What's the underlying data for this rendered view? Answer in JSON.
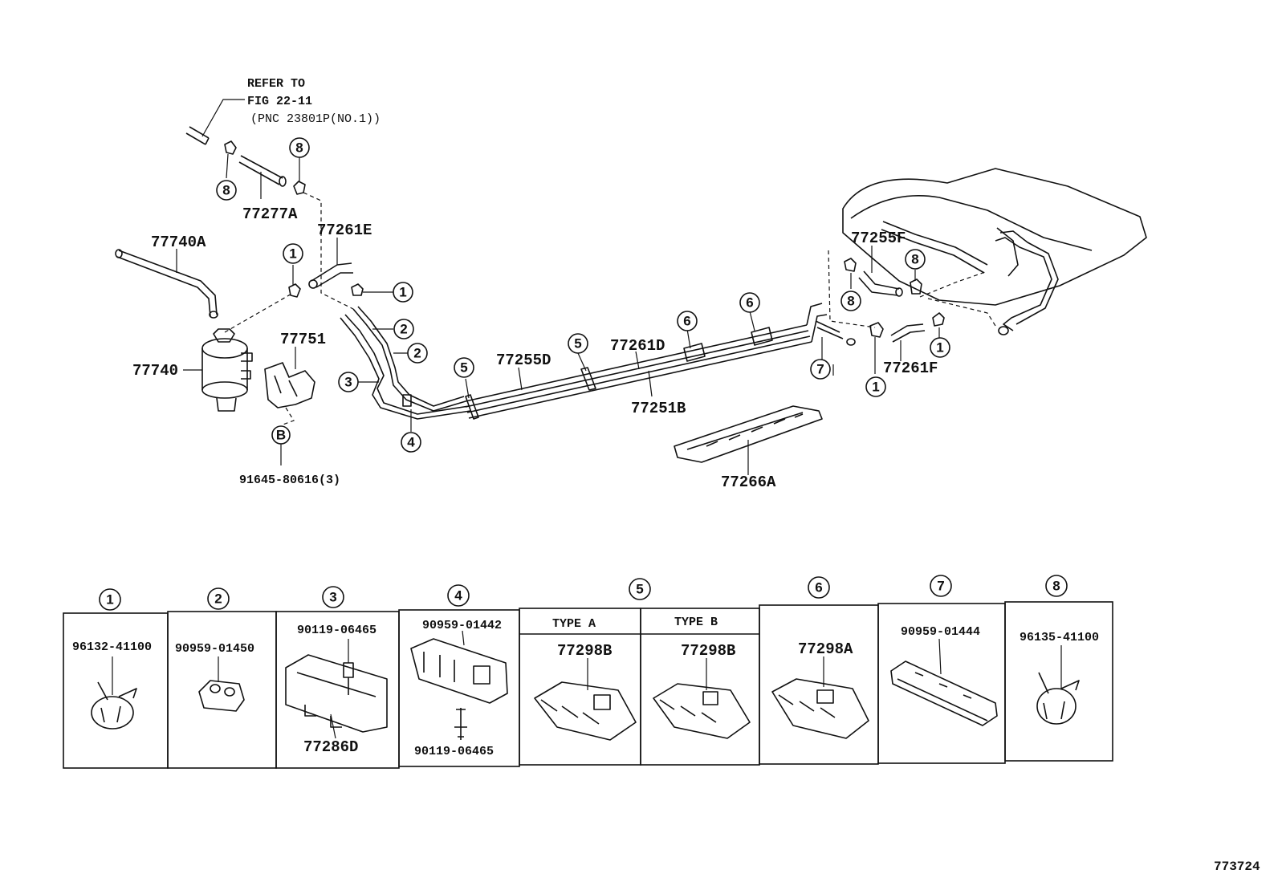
{
  "refer_note": {
    "line1": "REFER TO",
    "line2": "FIG 22-11",
    "line3": "(PNC 23801P(NO.1))"
  },
  "callouts": [
    {
      "id": "c-8a",
      "num": "8"
    },
    {
      "id": "c-8b",
      "num": "8"
    },
    {
      "id": "c-1a",
      "num": "1"
    },
    {
      "id": "c-1b",
      "num": "1"
    },
    {
      "id": "c-2a",
      "num": "2"
    },
    {
      "id": "c-2b",
      "num": "2"
    },
    {
      "id": "c-3",
      "num": "3"
    },
    {
      "id": "c-4",
      "num": "4"
    },
    {
      "id": "c-B",
      "num": "B"
    },
    {
      "id": "c-5a",
      "num": "5"
    },
    {
      "id": "c-5b",
      "num": "5"
    },
    {
      "id": "c-6a",
      "num": "6"
    },
    {
      "id": "c-6b",
      "num": "6"
    },
    {
      "id": "c-7",
      "num": "7"
    },
    {
      "id": "c-8c",
      "num": "8"
    },
    {
      "id": "c-8d",
      "num": "8"
    },
    {
      "id": "c-1c",
      "num": "1"
    },
    {
      "id": "c-1d",
      "num": "1"
    }
  ],
  "part_labels": {
    "p77277A": "77277A",
    "p77261E": "77261E",
    "p77740A": "77740A",
    "p77740": "77740",
    "p77751": "77751",
    "p91645": "91645-80616(3)",
    "p77255D": "77255D",
    "p77261D": "77261D",
    "p77251B": "77251B",
    "p77255F": "77255F",
    "p77261F": "77261F",
    "p77266A": "77266A"
  },
  "table": {
    "headers": [
      "1",
      "2",
      "3",
      "4",
      "5",
      "6",
      "7",
      "8"
    ],
    "cells": {
      "c1": {
        "part": "96132-41100"
      },
      "c2": {
        "part": "90959-01450"
      },
      "c3": {
        "part_top": "90119-06465",
        "part_bottom": "77286D"
      },
      "c4": {
        "part_top": "90959-01442",
        "part_bottom": "90119-06465"
      },
      "c5a": {
        "type": "TYPE A",
        "part": "77298B"
      },
      "c5b": {
        "type": "TYPE B",
        "part": "77298B"
      },
      "c6": {
        "part": "77298A"
      },
      "c7": {
        "part": "90959-01444"
      },
      "c8": {
        "part": "96135-41100"
      }
    }
  },
  "figure_number": "773724"
}
